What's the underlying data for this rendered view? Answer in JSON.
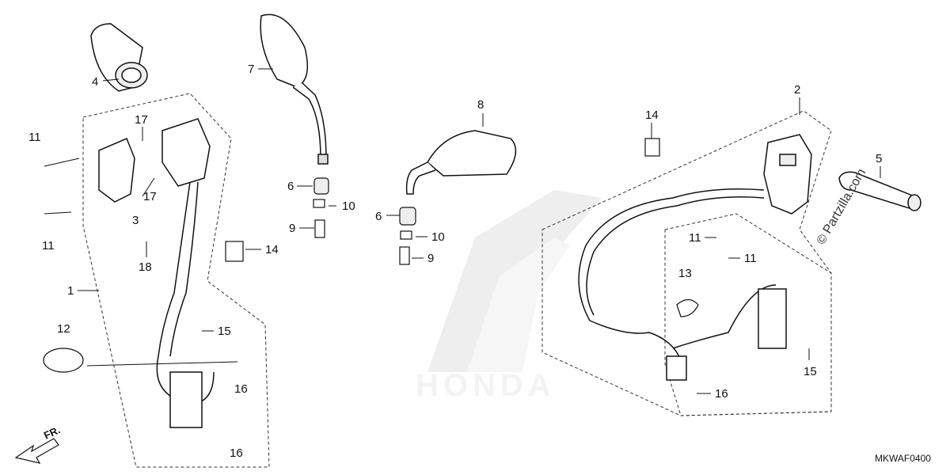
{
  "diagram": {
    "code": "MKWAF0400",
    "watermark": "Partzilla.com",
    "copyright_symbol": "©",
    "brand_watermark": "HONDA",
    "direction_label": "FR.",
    "callouts": [
      {
        "id": "c4",
        "text": "4"
      },
      {
        "id": "c7",
        "text": "7"
      },
      {
        "id": "c11a",
        "text": "11"
      },
      {
        "id": "c17a",
        "text": "17"
      },
      {
        "id": "c17b",
        "text": "17"
      },
      {
        "id": "c3",
        "text": "3"
      },
      {
        "id": "c11b",
        "text": "11"
      },
      {
        "id": "c18",
        "text": "18"
      },
      {
        "id": "c6a",
        "text": "6"
      },
      {
        "id": "c10a",
        "text": "10"
      },
      {
        "id": "c9a",
        "text": "9"
      },
      {
        "id": "c14a",
        "text": "14"
      },
      {
        "id": "c1",
        "text": "1"
      },
      {
        "id": "c12",
        "text": "12"
      },
      {
        "id": "c15a",
        "text": "15"
      },
      {
        "id": "c16a",
        "text": "16"
      },
      {
        "id": "c16b",
        "text": "16"
      },
      {
        "id": "c8",
        "text": "8"
      },
      {
        "id": "c6b",
        "text": "6"
      },
      {
        "id": "c10b",
        "text": "10"
      },
      {
        "id": "c9b",
        "text": "9"
      },
      {
        "id": "c14b",
        "text": "14"
      },
      {
        "id": "c2",
        "text": "2"
      },
      {
        "id": "c5",
        "text": "5"
      },
      {
        "id": "c11c",
        "text": "11"
      },
      {
        "id": "c11d",
        "text": "11"
      },
      {
        "id": "c13",
        "text": "13"
      },
      {
        "id": "c15b",
        "text": "15"
      },
      {
        "id": "c16c",
        "text": "16"
      }
    ]
  }
}
